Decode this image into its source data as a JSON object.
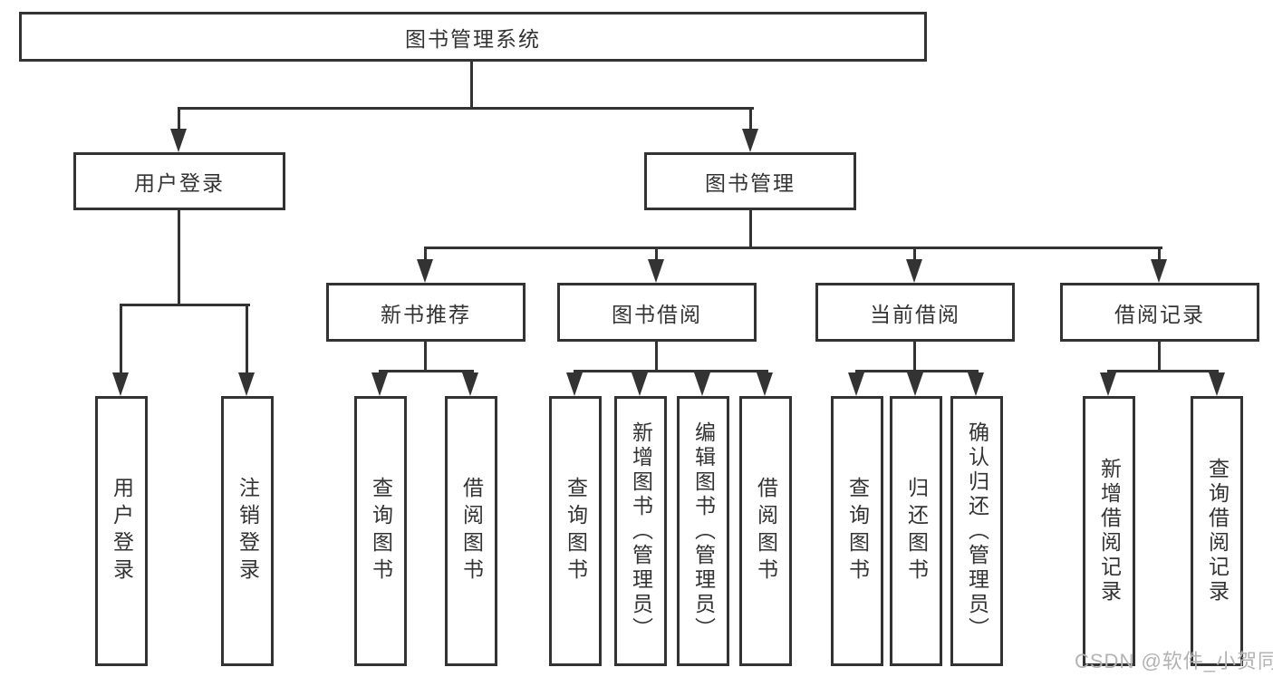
{
  "title": "图书管理系统",
  "watermark": "CSDN @软件_小贺同学",
  "colors": {
    "line": "#333333",
    "text": "#333333",
    "watermark": "#b3b3b3",
    "background": "#ffffff"
  },
  "tree": {
    "root": {
      "label": "图书管理系统"
    },
    "branches": [
      {
        "label": "用户登录",
        "children": [
          {
            "label": "用户登录"
          },
          {
            "label": "注销登录"
          }
        ]
      },
      {
        "label": "图书管理",
        "children": [
          {
            "label": "新书推荐",
            "children": [
              {
                "label": "查询图书"
              },
              {
                "label": "借阅图书"
              }
            ]
          },
          {
            "label": "图书借阅",
            "children": [
              {
                "label": "查询图书"
              },
              {
                "label": "新增图书（管理员）"
              },
              {
                "label": "编辑图书（管理员）"
              },
              {
                "label": "借阅图书"
              }
            ]
          },
          {
            "label": "当前借阅",
            "children": [
              {
                "label": "查询图书"
              },
              {
                "label": "归还图书"
              },
              {
                "label": "确认归还（管理员）"
              }
            ]
          },
          {
            "label": "借阅记录",
            "children": [
              {
                "label": "新增借阅记录"
              },
              {
                "label": "查询借阅记录"
              }
            ]
          }
        ]
      }
    ]
  }
}
